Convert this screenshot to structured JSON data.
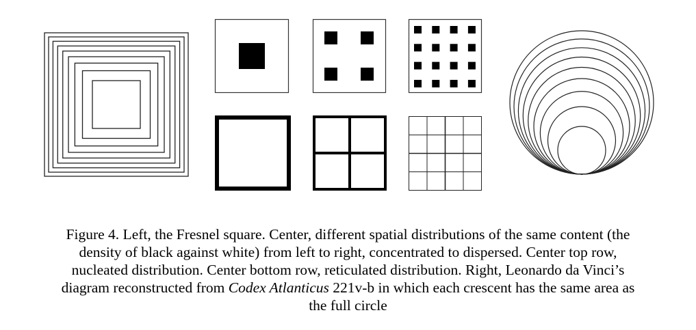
{
  "figure": {
    "panels": [
      "fresnel-square",
      "nucleated-1",
      "nucleated-4",
      "nucleated-16",
      "reticulated-1",
      "reticulated-4",
      "reticulated-16",
      "leonardo-circles"
    ],
    "fresnel_square_count": 9,
    "leonardo_circle_count": 9
  },
  "caption": {
    "line1": "Figure 4. Left, the Fresnel square. Center, different spatial distributions of the same content (the",
    "line2": "density of black against white) from left to right, concentrated to dispersed. Center top row,",
    "line3": "nucleated distribution. Center bottom row, reticulated distribution. Right, Leonardo da Vinci’s",
    "line4_pre": "diagram reconstructed from ",
    "line4_italic": "Codex Atlanticus",
    "line4_post": " 221v-b in which each crescent has the same area as",
    "line5": "the full circle"
  }
}
